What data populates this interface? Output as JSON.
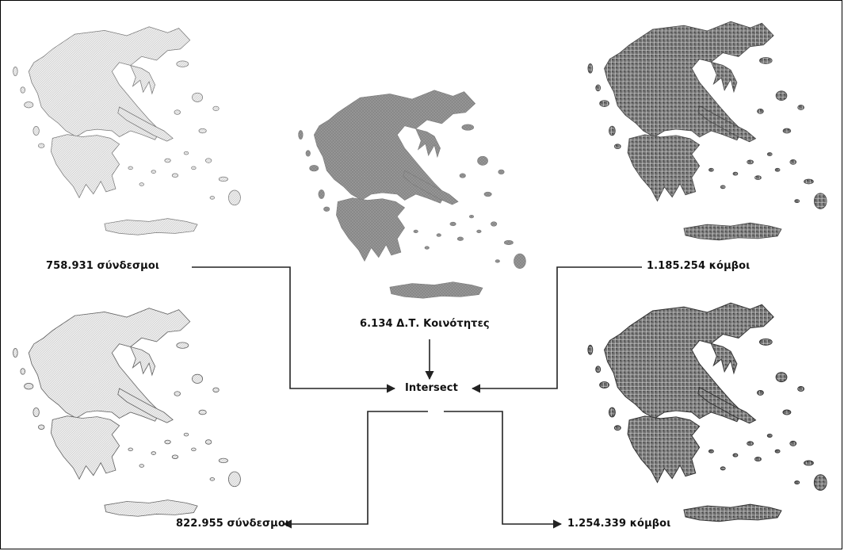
{
  "labels": {
    "links_top": "758.931 σύνδεσμοι",
    "communities": "6.134 Δ.Τ. Κοινότητες",
    "nodes_top": "1.185.254 κόμβοι",
    "intersect": "Intersect",
    "links_bottom": "822.955 σύνδεσμοι",
    "nodes_bottom": "1.254.339 κόμβοι"
  },
  "maps": [
    {
      "name": "links-original-map",
      "style": "light"
    },
    {
      "name": "communities-map",
      "style": "medium"
    },
    {
      "name": "nodes-original-map",
      "style": "dark"
    },
    {
      "name": "links-intersected-map",
      "style": "light"
    },
    {
      "name": "nodes-intersected-map",
      "style": "dark"
    }
  ],
  "colors": {
    "line": "#222222",
    "light": "#d8d8d8",
    "medium": "#8a8a8a",
    "dark": "#5a5a5a"
  }
}
